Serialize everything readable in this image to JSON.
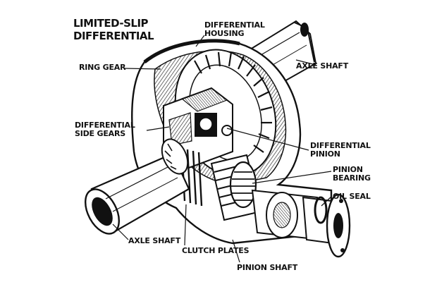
{
  "title": {
    "line1": "LIMITED-SLIP",
    "line2": "DIFFERENTIAL"
  },
  "labels": {
    "differential_housing": [
      "DIFFERENTIAL",
      "HOUSING"
    ],
    "ring_gear": "RING GEAR",
    "axle_shaft_top": "AXLE SHAFT",
    "differential_side_gears": [
      "DIFFERENTIAL",
      "SIDE GEARS"
    ],
    "differential_pinion": [
      "DIFFERENTIAL",
      "PINION"
    ],
    "pinion_bearing": [
      "PINION",
      "BEARING"
    ],
    "oil_seal": "OIL SEAL",
    "axle_shaft_bottom": "AXLE SHAFT",
    "clutch_plates": "CLUTCH PLATES",
    "pinion_shaft": "PINION SHAFT"
  }
}
